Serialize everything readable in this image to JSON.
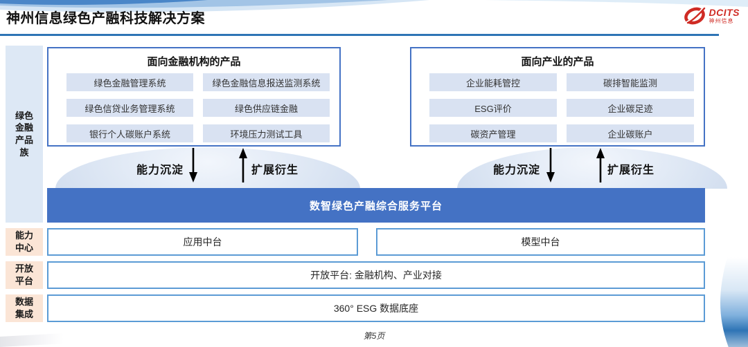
{
  "header": {
    "title": "神州信息绿色产融科技解决方案",
    "logo": {
      "brand": "DCITS",
      "brand_cn": "神州信息"
    }
  },
  "sidebar": {
    "product_family": "绿色\n金融\n产品\n族",
    "capability_center": "能力\n中心",
    "open_platform": "开放\n平台",
    "data_integration": "数据\n集成"
  },
  "fin_box": {
    "title": "面向金融机构的产品",
    "items": [
      "绿色金融管理系统",
      "绿色金融信息报送监测系统",
      "绿色信贷业务管理系统",
      "绿色供应链金融",
      "银行个人碳账户系统",
      "环境压力测试工具"
    ]
  },
  "industry_box": {
    "title": "面向产业的产品",
    "items": [
      "企业能耗管控",
      "碳排智能监测",
      "ESG评价",
      "企业碳足迹",
      "碳资产管理",
      "企业碳账户"
    ]
  },
  "arrows": {
    "down_label": "能力沉淀",
    "up_label": "扩展衍生"
  },
  "platform": {
    "title": "数智绿色产融综合服务平台"
  },
  "middle_row": {
    "items": [
      "应用中台",
      "模型中台"
    ]
  },
  "open_row": {
    "label": "开放平台: 金融机构、产业对接"
  },
  "data_row": {
    "label": "360° ESG 数据底座"
  },
  "footer": {
    "page": "第5页"
  },
  "colors": {
    "accent_blue": "#4472c4",
    "row_border_blue": "#5b9bd5",
    "header_line_blue": "#2e74b5",
    "item_bg": "#d9e2f2",
    "family_rail_bg": "#dde8f5",
    "peach_rail_bg": "#fbe5d6",
    "brand_red": "#cf2b24"
  }
}
